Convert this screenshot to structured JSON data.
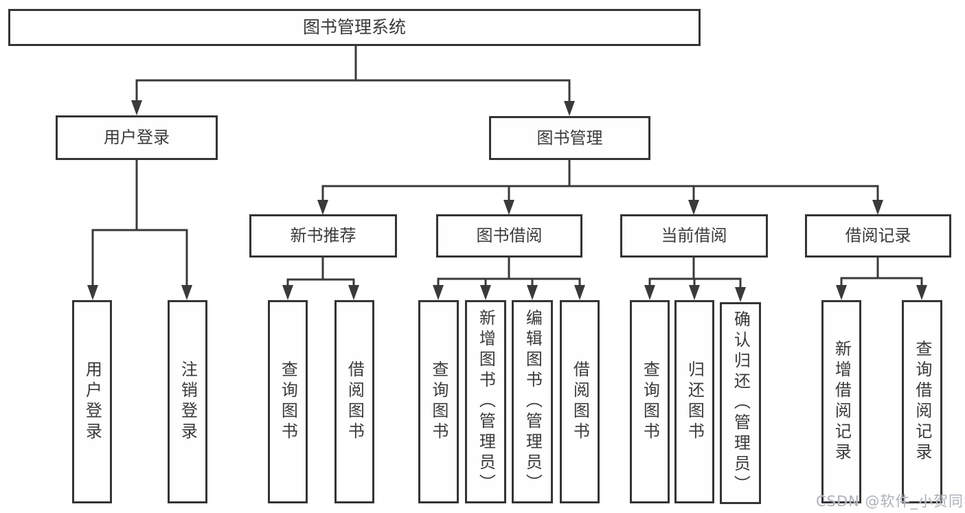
{
  "diagram": {
    "title": "图书管理系统",
    "watermark": "CSDN @软件_小贺同学",
    "colors": {
      "line": "#3a3a3a",
      "box_border": "#343434",
      "box_fill": "#fffefe",
      "text": "#3a3a3a",
      "watermark": "#adb2b8",
      "background": "#ffffff"
    },
    "nodes": {
      "root": {
        "label": "图书管理系统"
      },
      "user_login": {
        "label": "用户登录"
      },
      "book_mgmt": {
        "label": "图书管理"
      },
      "new_book_rec": {
        "label": "新书推荐"
      },
      "book_borrow": {
        "label": "图书借阅"
      },
      "current_borrow": {
        "label": "当前借阅"
      },
      "borrow_record": {
        "label": "借阅记录"
      },
      "login": {
        "label": "用户登录"
      },
      "logout": {
        "label": "注销登录"
      },
      "nbr_query_book": {
        "label": "查询图书"
      },
      "nbr_borrow_book": {
        "label": "借阅图书"
      },
      "bb_query_book": {
        "label": "查询图书"
      },
      "bb_add_book_admin": {
        "label": "新增图书（管理员）"
      },
      "bb_edit_book_admin": {
        "label": "编辑图书（管理员）"
      },
      "bb_borrow_book": {
        "label": "借阅图书"
      },
      "cb_query_book": {
        "label": "查询图书"
      },
      "cb_return_book": {
        "label": "归还图书"
      },
      "cb_confirm_return_admin": {
        "label": "确认归还（管理员）"
      },
      "br_add_record": {
        "label": "新增借阅记录"
      },
      "br_query_record": {
        "label": "查询借阅记录"
      }
    },
    "tree": {
      "label": "图书管理系统",
      "children": [
        {
          "label": "用户登录",
          "children": [
            {
              "label": "用户登录"
            },
            {
              "label": "注销登录"
            }
          ]
        },
        {
          "label": "图书管理",
          "children": [
            {
              "label": "新书推荐",
              "children": [
                {
                  "label": "查询图书"
                },
                {
                  "label": "借阅图书"
                }
              ]
            },
            {
              "label": "图书借阅",
              "children": [
                {
                  "label": "查询图书"
                },
                {
                  "label": "新增图书（管理员）"
                },
                {
                  "label": "编辑图书（管理员）"
                },
                {
                  "label": "借阅图书"
                }
              ]
            },
            {
              "label": "当前借阅",
              "children": [
                {
                  "label": "查询图书"
                },
                {
                  "label": "归还图书"
                },
                {
                  "label": "确认归还（管理员）"
                }
              ]
            },
            {
              "label": "借阅记录",
              "children": [
                {
                  "label": "新增借阅记录"
                },
                {
                  "label": "查询借阅记录"
                }
              ]
            }
          ]
        }
      ]
    }
  }
}
